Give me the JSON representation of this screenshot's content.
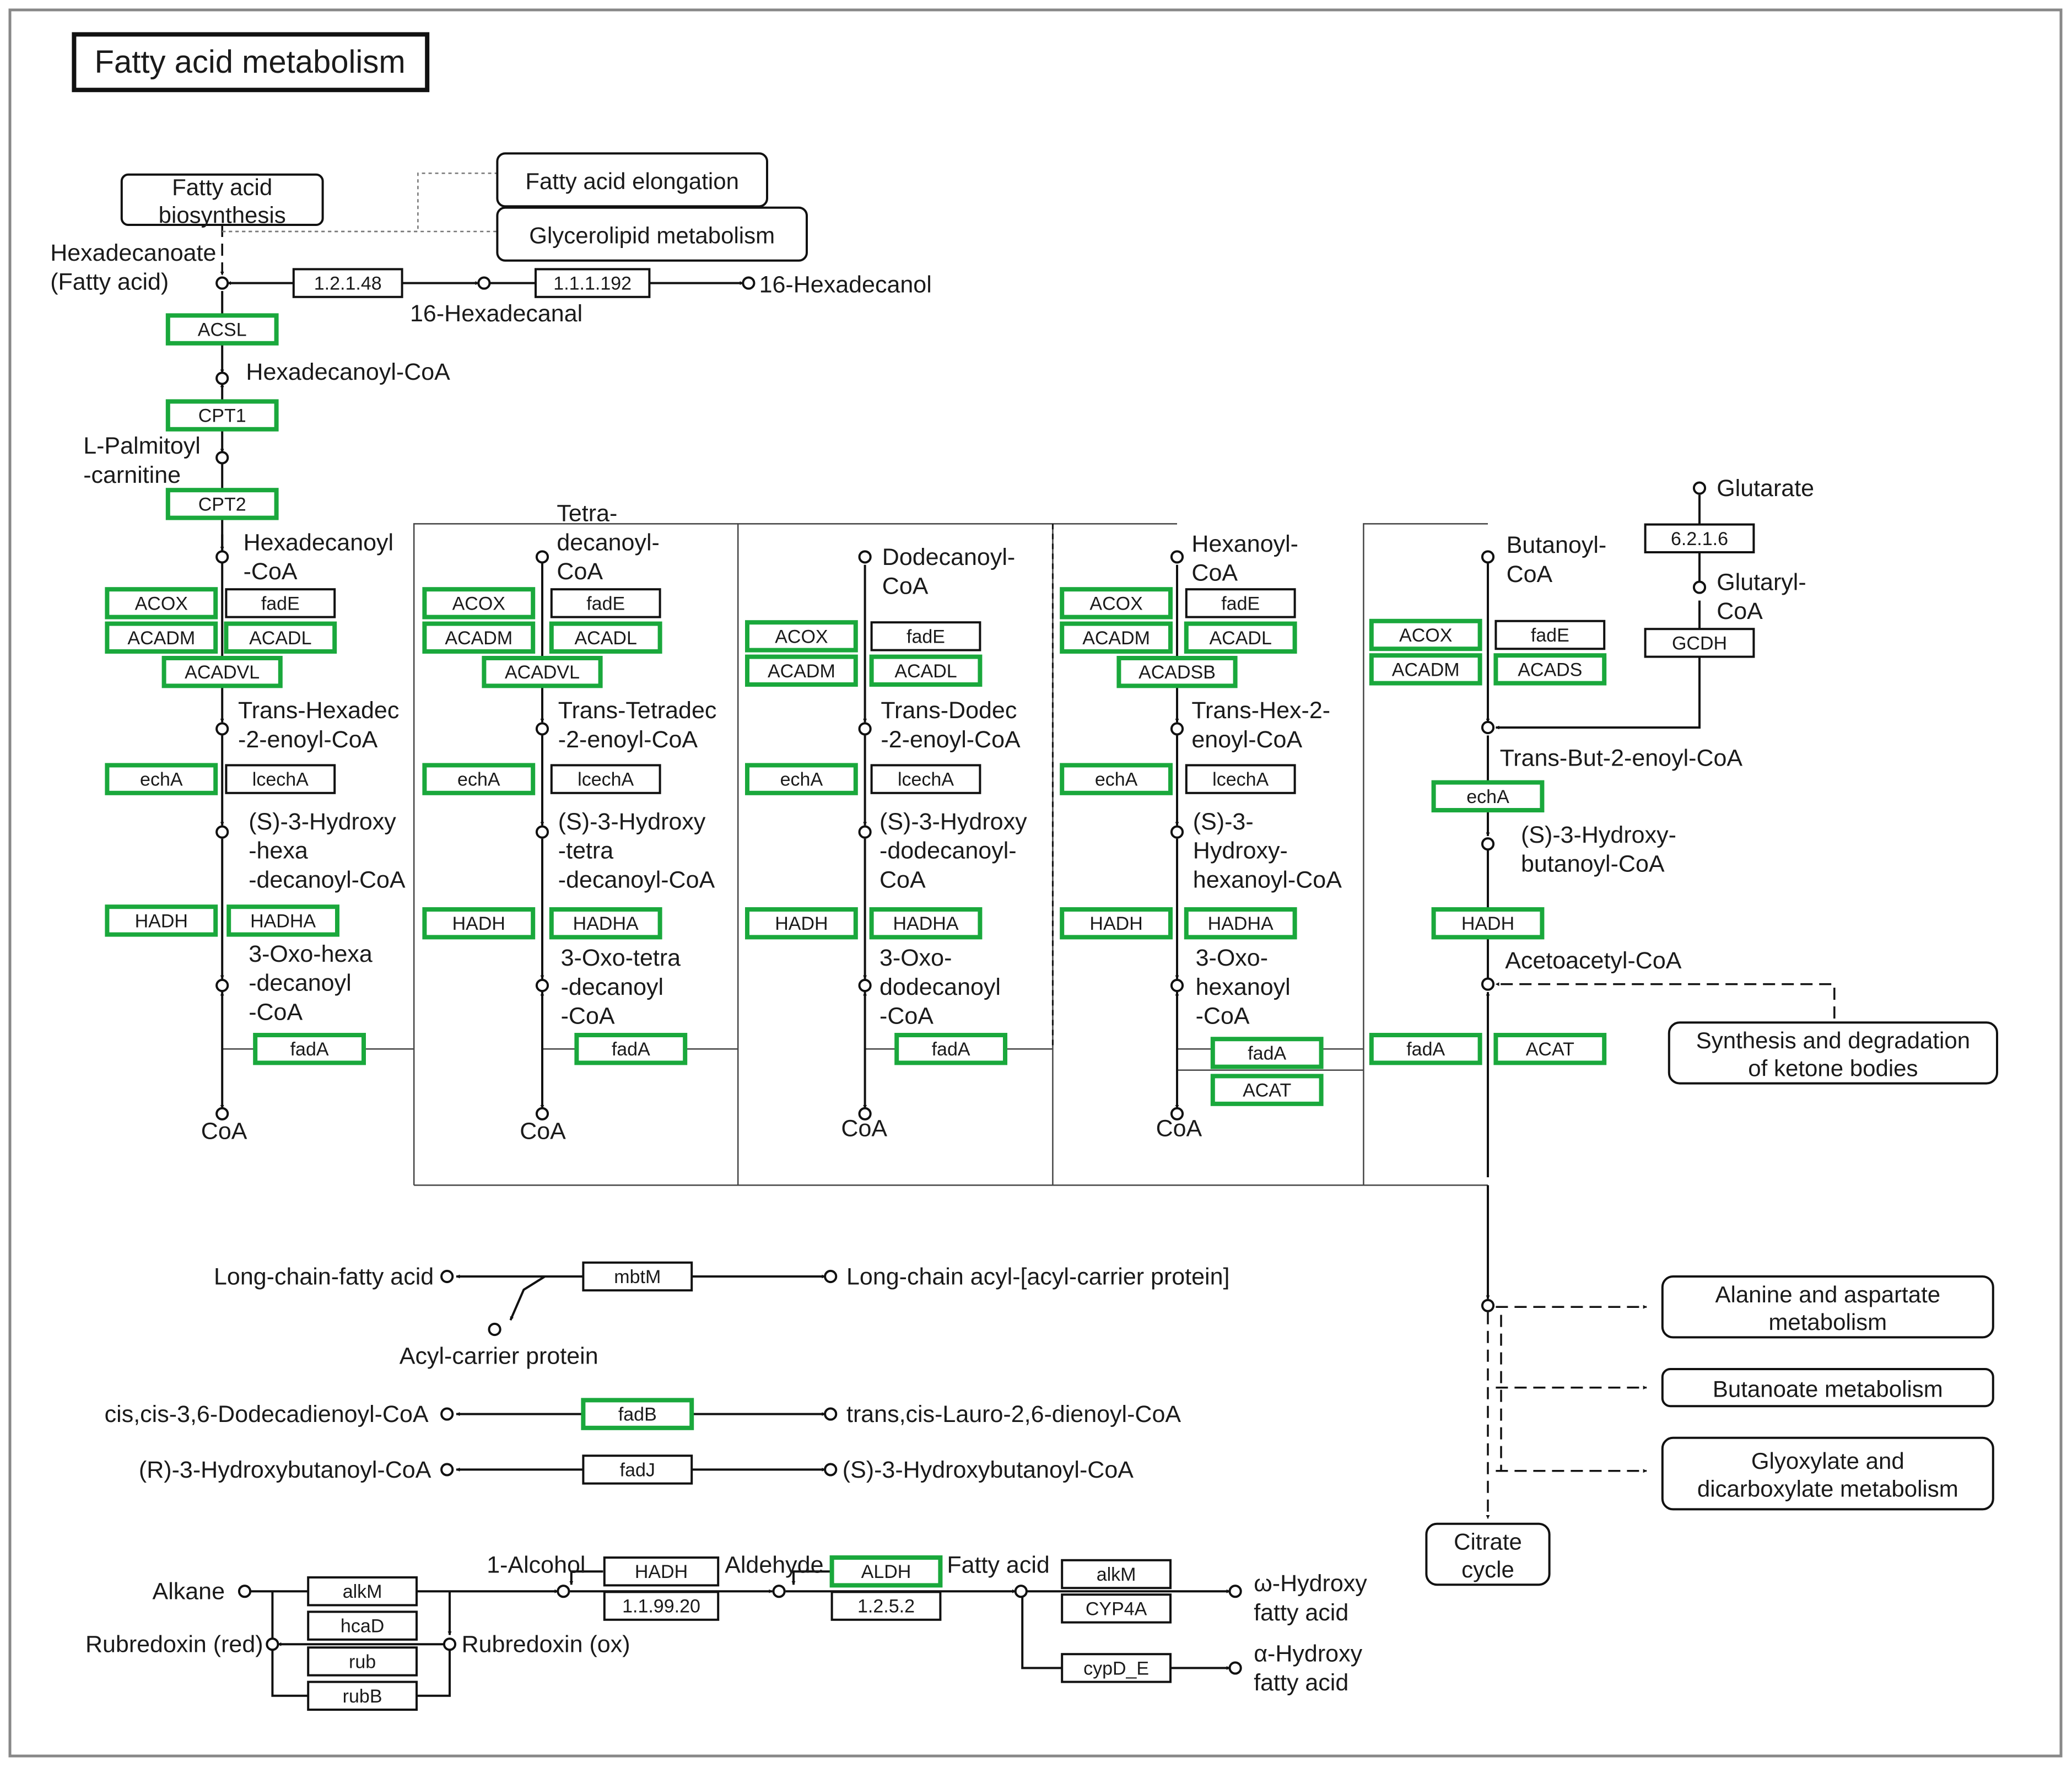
{
  "title": "Fatty acid metabolism",
  "colors": {
    "highlight": "#1aa83c",
    "line": "#111111",
    "frame": "#888888"
  },
  "pathways": {
    "fa_biosynthesis": "Fatty acid\nbiosynthesis",
    "fa_elongation": "Fatty acid elongation",
    "glycerolipid": "Glycerolipid metabolism",
    "ketone": "Synthesis and degradation\nof ketone bodies",
    "alanine": "Alanine and aspartate\nmetabolism",
    "butanoate": "Butanoate metabolism",
    "glyoxylate": "Glyoxylate and\ndicarboxylate metabolism",
    "citrate": "Citrate\ncycle"
  },
  "compounds": {
    "hexadecanoate": "Hexadecanoate\n(Fatty acid)",
    "hexadecanal": "16-Hexadecanal",
    "hexadecanol": "16-Hexadecanol",
    "hexadecanoyl_coa_1": "Hexadecanoyl-CoA",
    "palmitoyl_carnitine": "L-Palmitoyl\n-carnitine",
    "hexadecanoyl_coa_2": "Hexadecanoyl\n-CoA",
    "trans_hexadec": "Trans-Hexadec\n-2-enoyl-CoA",
    "s3_hydroxy_hexa": "(S)-3-Hydroxy\n-hexa\n-decanoyl-CoA",
    "oxo_hexa": "3-Oxo-hexa\n-decanoyl\n-CoA",
    "coa_1": "CoA",
    "tetradecanoyl": "Tetra-\ndecanoyl-\nCoA",
    "trans_tetradec": "Trans-Tetradec\n-2-enoyl-CoA",
    "s3_hydroxy_tetra": "(S)-3-Hydroxy\n-tetra\n-decanoyl-CoA",
    "oxo_tetra": "3-Oxo-tetra\n-decanoyl\n-CoA",
    "coa_2": "CoA",
    "dodecanoyl": "Dodecanoyl-\nCoA",
    "trans_dodec": "Trans-Dodec\n-2-enoyl-CoA",
    "s3_hydroxy_dodec": "(S)-3-Hydroxy\n-dodecanoyl-\nCoA",
    "oxo_dodec": "3-Oxo-\ndodecanoyl\n-CoA",
    "coa_3": "CoA",
    "hexanoyl": "Hexanoyl-\nCoA",
    "trans_hex": "Trans-Hex-2-\nenoyl-CoA",
    "s3_hydroxy_hex": "(S)-3-\nHydroxy-\nhexanoyl-CoA",
    "oxo_hex": "3-Oxo-\nhexanoyl\n-CoA",
    "coa_4": "CoA",
    "butanoyl": "Butanoyl-\nCoA",
    "glutarate": "Glutarate",
    "glutaryl": "Glutaryl-\nCoA",
    "trans_but": "Trans-But-2-enoyl-CoA",
    "s3_hydroxy_but": "(S)-3-Hydroxy-\nbutanoyl-CoA",
    "acetoacetyl": "Acetoacetyl-CoA",
    "long_chain_fa": "Long-chain-fatty acid",
    "long_chain_acyl": "Long-chain acyl-[acyl-carrier protein]",
    "acp": "Acyl-carrier protein",
    "dodecadienoyl": "cis,cis-3,6-Dodecadienoyl-CoA",
    "lauro_dienoyl": "trans,cis-Lauro-2,6-dienoyl-CoA",
    "r3_hydroxybutanoyl": "(R)-3-Hydroxybutanoyl-CoA",
    "s3_hydroxybutanoyl": "(S)-3-Hydroxybutanoyl-CoA",
    "alkane": "Alkane",
    "alcohol": "1-Alcohol",
    "aldehyde": "Aldehyde",
    "fatty_acid": "Fatty acid",
    "rubredoxin_red": "Rubredoxin (red)",
    "rubredoxin_ox": "Rubredoxin (ox)",
    "omega_hydroxy": "ω-Hydroxy\nfatty acid",
    "alpha_hydroxy": "α-Hydroxy\nfatty acid"
  },
  "enzymes": {
    "e_1_2_1_48": "1.2.1.48",
    "e_1_1_1_192": "1.1.1.192",
    "acsl": "ACSL",
    "cpt1": "CPT1",
    "cpt2": "CPT2",
    "c1_acox": "ACOX",
    "c1_fade": "fadE",
    "c1_acadm": "ACADM",
    "c1_acadl": "ACADL",
    "c1_acadvl": "ACADVL",
    "c1_echa": "echA",
    "c1_lecha": "lcechA",
    "c1_hadh": "HADH",
    "c1_hadha": "HADHA",
    "c1_fada": "fadA",
    "c2_acox": "ACOX",
    "c2_fade": "fadE",
    "c2_acadm": "ACADM",
    "c2_acadl": "ACADL",
    "c2_acadvl": "ACADVL",
    "c2_echa": "echA",
    "c2_lecha": "lcechA",
    "c2_hadh": "HADH",
    "c2_hadha": "HADHA",
    "c2_fada": "fadA",
    "c3_acox": "ACOX",
    "c3_fade": "fadE",
    "c3_acadm": "ACADM",
    "c3_acadl": "ACADL",
    "c3_echa": "echA",
    "c3_lecha": "lcechA",
    "c3_hadh": "HADH",
    "c3_hadha": "HADHA",
    "c3_fada": "fadA",
    "c4_acox": "ACOX",
    "c4_fade": "fadE",
    "c4_acadm": "ACADM",
    "c4_acadl": "ACADL",
    "c4_acadsb": "ACADSB",
    "c4_echa": "echA",
    "c4_lecha": "lcechA",
    "c4_hadh": "HADH",
    "c4_hadha": "HADHA",
    "c4_fada": "fadA",
    "c4_acat": "ACAT",
    "c5_acox": "ACOX",
    "c5_fade": "fadE",
    "c5_acadm": "ACADM",
    "c5_acads": "ACADS",
    "e_6_2_1_6": "6.2.1.6",
    "gcdh": "GCDH",
    "c5_echa": "echA",
    "c5_hadh": "HADH",
    "c5_fada": "fadA",
    "c5_acat": "ACAT",
    "mbtm": "mbtM",
    "fadb": "fadB",
    "fadj": "fadJ",
    "alkm_1": "alkM",
    "hcad": "hcaD",
    "rub": "rub",
    "rubb": "rubB",
    "hadh_b": "HADH",
    "e_1_1_99_20": "1.1.99.20",
    "aldh": "ALDH",
    "e_1_2_5_2": "1.2.5.2",
    "alkm_2": "alkM",
    "cyp4a": "CYP4A",
    "cypd_e": "cypD_E"
  }
}
